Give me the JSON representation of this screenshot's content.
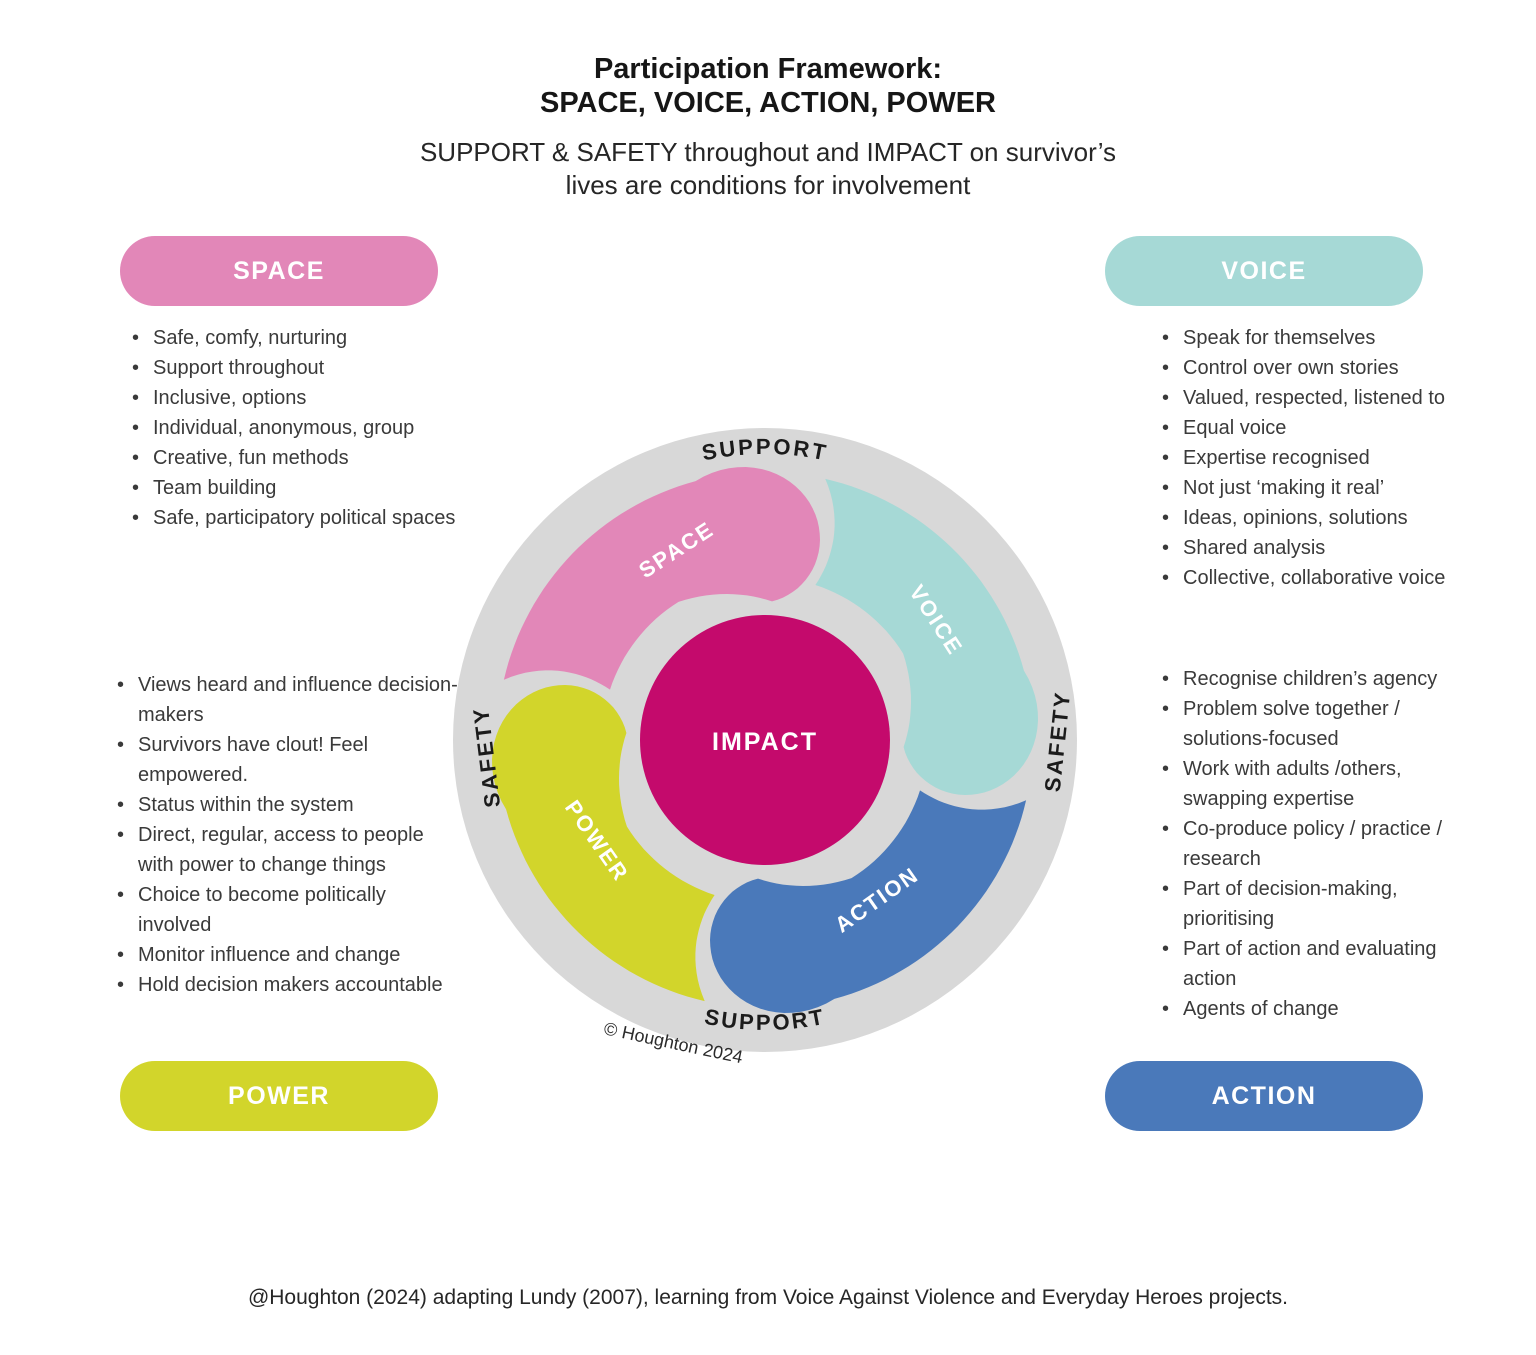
{
  "title_line1": "Participation Framework:",
  "title_line2": "SPACE, VOICE, ACTION, POWER",
  "subtitle": "SUPPORT & SAFETY throughout and IMPACT on survivor’s lives are conditions for involvement",
  "caption": "@Houghton (2024) adapting Lundy (2007), learning from Voice Against Violence and Everyday Heroes projects.",
  "colors": {
    "pink": "#e287b8",
    "teal": "#a6d9d6",
    "yellow": "#d2d52b",
    "blue": "#4a79ba",
    "magenta": "#c40a6c",
    "ring": "#d8d8d8",
    "list_text": "#3a3a3a"
  },
  "panels": [
    {
      "id": "space",
      "label": "SPACE",
      "color": "pink",
      "items": [
        "Safe, comfy, nurturing",
        "Support throughout",
        "Inclusive, options",
        "Individual, anonymous, group",
        "Creative, fun methods",
        "Team building",
        "Safe, participatory political spaces"
      ]
    },
    {
      "id": "voice",
      "label": "VOICE",
      "color": "teal",
      "items": [
        "Speak for themselves",
        "Control over own stories",
        "Valued, respected, listened to",
        "Equal voice",
        "Expertise recognised",
        "Not just ‘making it real’",
        "Ideas, opinions, solutions",
        "Shared analysis",
        "Collective, collaborative voice"
      ]
    },
    {
      "id": "power",
      "label": "POWER",
      "color": "yellow",
      "items": [
        "Views heard and influence decision-makers",
        "Survivors have clout! Feel empowered.",
        "Status within the system",
        "Direct, regular, access to people with power to change things",
        "Choice to become politically involved",
        "Monitor influence and change",
        "Hold decision makers accountable"
      ]
    },
    {
      "id": "action",
      "label": "ACTION",
      "color": "blue",
      "items": [
        "Recognise children’s agency",
        "Problem solve together / solutions-focused",
        "Work with adults /others, swapping expertise",
        "Co-produce policy / practice / research",
        "Part of decision-making, prioritising",
        "Part of action and evaluating action",
        "Agents of change"
      ]
    }
  ],
  "wheel": {
    "center_label": "IMPACT",
    "copyright": "© Houghton 2024",
    "ring_labels": {
      "top": "SUPPORT",
      "right": "SAFETY",
      "bottom": "SUPPORT",
      "left": "SAFETY"
    },
    "segments": [
      {
        "label": "SPACE",
        "color": "pink"
      },
      {
        "label": "VOICE",
        "color": "teal"
      },
      {
        "label": "ACTION",
        "color": "blue"
      },
      {
        "label": "POWER",
        "color": "yellow"
      }
    ]
  }
}
